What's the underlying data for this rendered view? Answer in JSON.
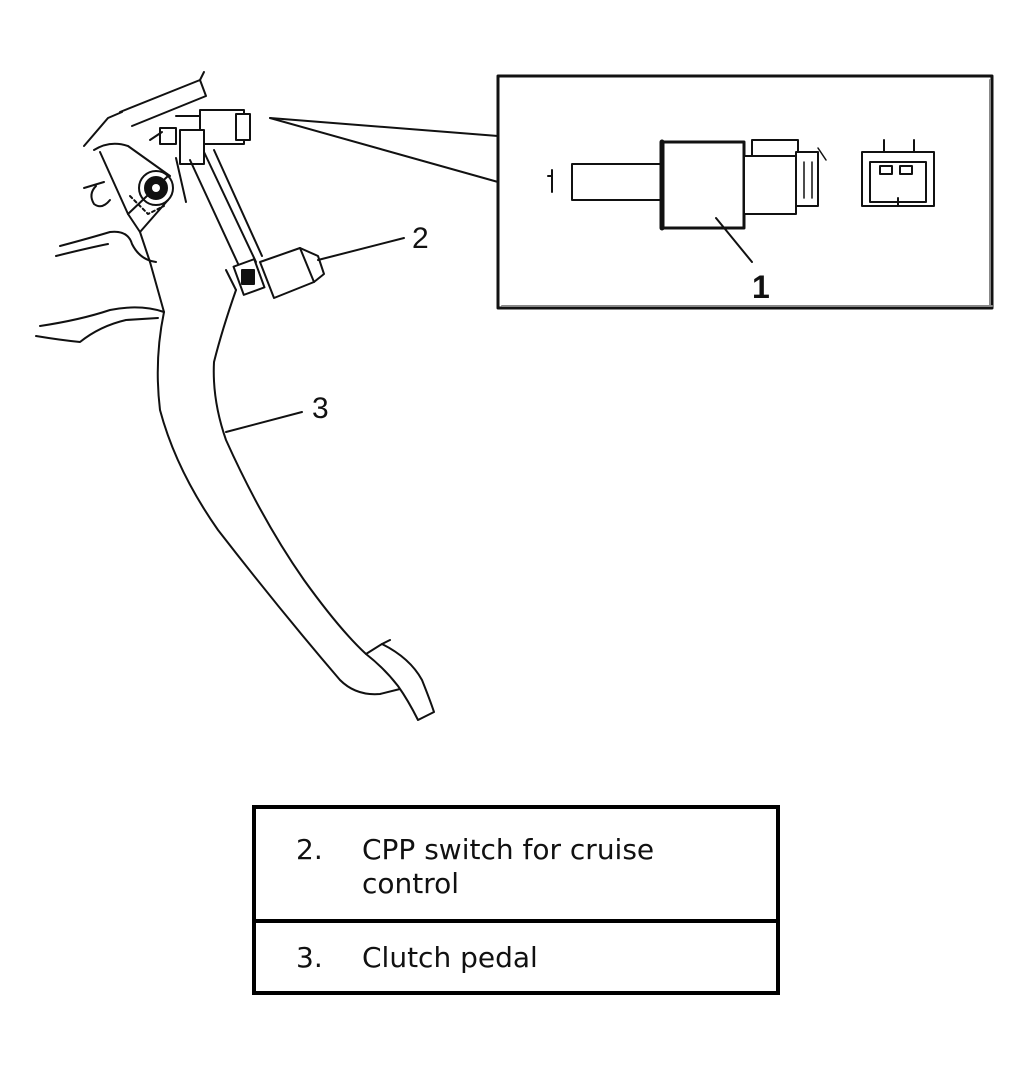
{
  "callouts": {
    "c1": "1",
    "c2": "2",
    "c3": "3"
  },
  "legend": [
    {
      "num": "2.",
      "text": "CPP switch for cruise control"
    },
    {
      "num": "3.",
      "text": "Clutch pedal"
    }
  ]
}
